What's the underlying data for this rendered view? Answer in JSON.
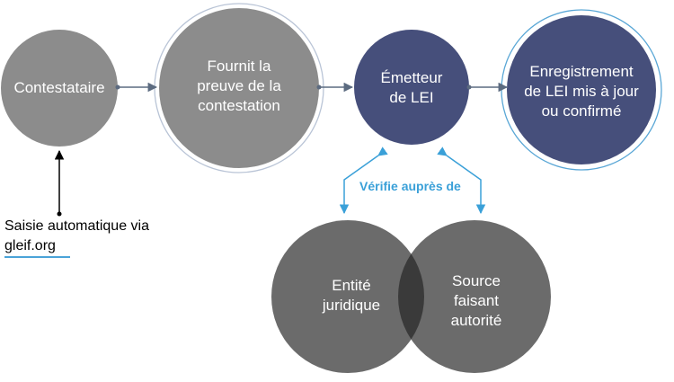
{
  "colors": {
    "grey_node": "#8c8c8c",
    "grey_ring": "#b9c4d6",
    "navy_node": "#464f7b",
    "navy_ring": "#5aa7d6",
    "dark_circle": "#6b6b6b",
    "overlap": "#3a3a3a",
    "connector": "#5c6b80",
    "accent_blue": "#3aa0d8",
    "underline": "#4aa3d8"
  },
  "nodes": {
    "contestant": "Contestataire",
    "proof": "Fournit la\npreuve de la\ncontestation",
    "issuer": "Émetteur\nde LEI",
    "registration": "Enregistrement\nde LEI mis à jour\nou confirmé"
  },
  "input_note": "Saisie automatique via\ngleif.org",
  "verify_label": "Vérifie auprès de",
  "venn": {
    "left": "Entité\njuridique",
    "right": "Source\nfaisant\nautorité"
  }
}
